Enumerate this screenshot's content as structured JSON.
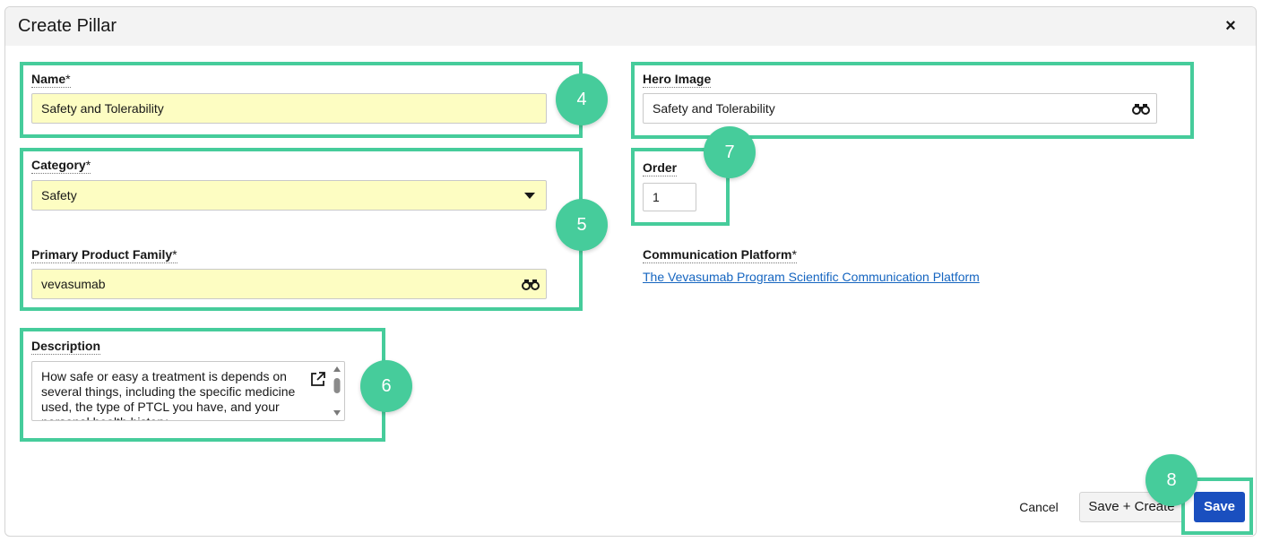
{
  "dialog": {
    "title": "Create Pillar",
    "close_label": "×"
  },
  "fields": {
    "name": {
      "label": "Name",
      "required_mark": "*",
      "value": "Safety and Tolerability"
    },
    "category": {
      "label": "Category",
      "required_mark": "*",
      "value": "Safety"
    },
    "product_family": {
      "label": "Primary Product Family",
      "required_mark": "*",
      "value": "vevasumab"
    },
    "description": {
      "label": "Description",
      "value": "How safe or easy a treatment is depends on several things, including the specific medicine used, the type of PTCL you have, and your personal health history."
    },
    "hero_image": {
      "label": "Hero Image",
      "value": "Safety and Tolerability"
    },
    "order": {
      "label": "Order",
      "value": "1"
    },
    "communication_platform": {
      "label": "Communication Platform",
      "required_mark": "*",
      "value": "The Vevasumab Program Scientific Communication Platform"
    }
  },
  "footer": {
    "cancel_label": "Cancel",
    "save_create_label": "Save + Create",
    "save_label": "Save"
  },
  "callouts": [
    "4",
    "5",
    "6",
    "7",
    "8"
  ],
  "colors": {
    "highlight": "#46cc9b",
    "required_field_bg": "#fdfdc2",
    "primary_button": "#1a4fbf",
    "link": "#1565c0"
  },
  "icons": {
    "lookup": "binoculars-icon",
    "dropdown": "caret-down-icon",
    "expand": "external-link-icon",
    "close": "close-icon"
  }
}
